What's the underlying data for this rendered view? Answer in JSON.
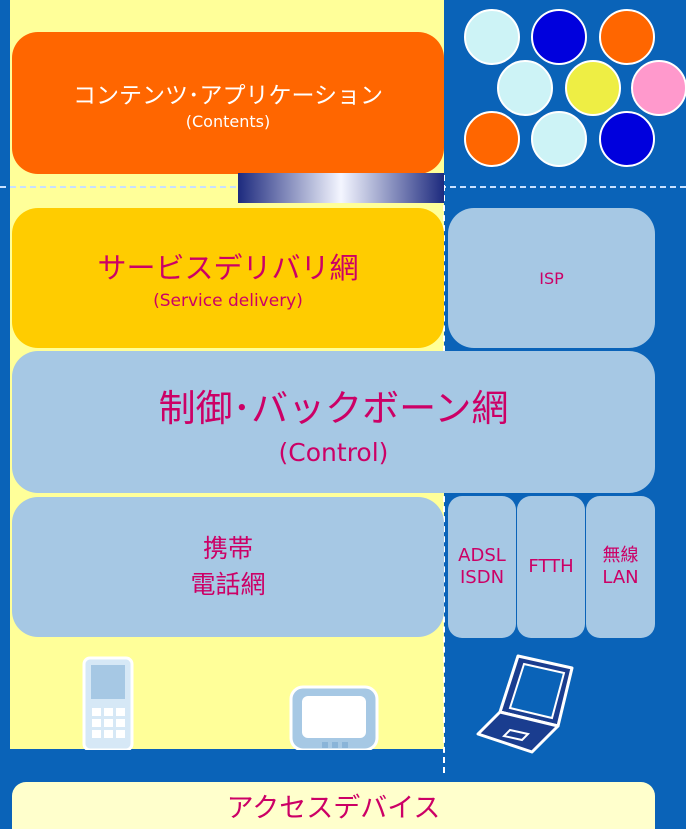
{
  "layers": {
    "contents": {
      "label": "コンテンツ･アプリケーション",
      "sublabel": "(Contents)"
    },
    "service_delivery": {
      "label": "サービスデリバリ網",
      "sublabel": "(Service delivery)"
    },
    "isp": {
      "label": "ISP"
    },
    "control": {
      "label": "制御･バックボーン網",
      "sublabel": "(Control)"
    },
    "mobile": {
      "line1": "携帯",
      "line2": "電話網"
    },
    "adsl_isdn": {
      "line1": "ADSL",
      "line2": "ISDN"
    },
    "ftth": {
      "label": "FTTH"
    },
    "wireless_lan": {
      "line1": "無線",
      "line2": "LAN"
    },
    "access_devices": {
      "label": "アクセスデバイス"
    }
  },
  "device_icons": [
    "mobile-phone-icon",
    "terminal-icon",
    "laptop-icon"
  ],
  "circle_colors": [
    "#cdf3f6",
    "#0000dd",
    "#ff6600",
    "#cdf3f6",
    "#eeee44",
    "#ff99cc",
    "#ff6600",
    "#cdf3f6",
    "#0000dd"
  ],
  "colors": {
    "background": "#0a63b8",
    "contents": "#ff6600",
    "service": "#ffcc00",
    "network": "#a6c8e4",
    "text_accent": "#cc0066",
    "device_area": "#ffff99"
  }
}
